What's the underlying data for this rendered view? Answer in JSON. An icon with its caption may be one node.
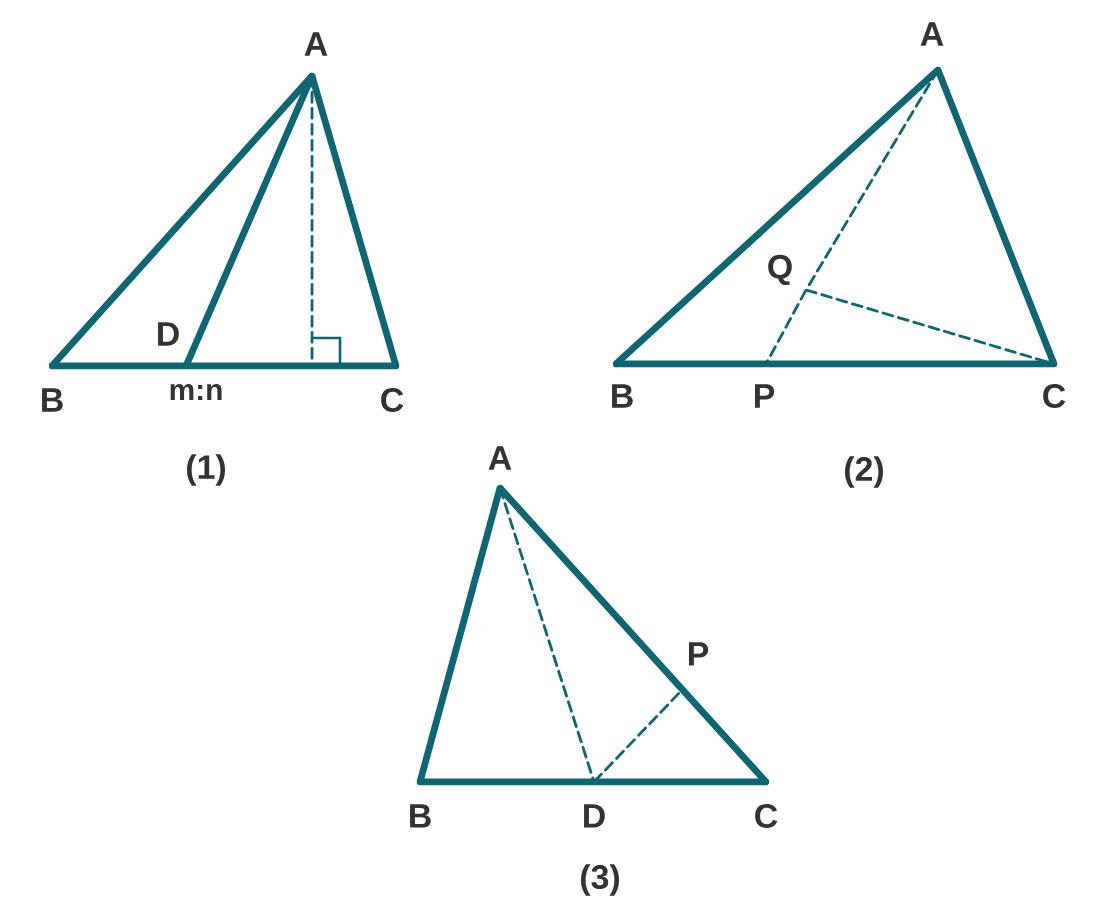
{
  "diagram": {
    "nodes": [
      {
        "text": [
          "A"
        ]
      },
      {
        "text": [
          "B"
        ]
      },
      {
        "text": [
          "C"
        ]
      },
      {
        "text": [
          "D"
        ]
      },
      {
        "text": [
          "A"
        ]
      },
      {
        "text": [
          "B"
        ]
      },
      {
        "text": [
          "C"
        ]
      },
      {
        "text": [
          "P"
        ]
      },
      {
        "text": [
          "Q"
        ]
      },
      {
        "text": [
          "A"
        ]
      },
      {
        "text": [
          "B"
        ]
      },
      {
        "text": [
          "C"
        ]
      },
      {
        "text": [
          "D"
        ]
      },
      {
        "text": [
          "P"
        ]
      },
      {
        "text": [],
        "shape": "square"
      }
    ],
    "edges": [
      {
        "from": 0,
        "to": 1,
        "arrow": "none"
      },
      {
        "from": 1,
        "to": 2,
        "arrow": "none"
      },
      {
        "from": 2,
        "to": 0,
        "arrow": "none"
      },
      {
        "from": 0,
        "to": 3,
        "arrow": "none"
      },
      {
        "from": 0,
        "to": 14,
        "arrow": "none",
        "style": "dashed"
      },
      {
        "from": 4,
        "to": 5,
        "arrow": "none"
      },
      {
        "from": 5,
        "to": 6,
        "arrow": "none"
      },
      {
        "from": 6,
        "to": 4,
        "arrow": "none"
      },
      {
        "from": 4,
        "to": 8,
        "arrow": "none",
        "style": "dashed"
      },
      {
        "from": 8,
        "to": 7,
        "arrow": "none",
        "style": "dashed"
      },
      {
        "from": 8,
        "to": 6,
        "arrow": "none",
        "style": "dashed"
      },
      {
        "from": 9,
        "to": 10,
        "arrow": "none"
      },
      {
        "from": 10,
        "to": 11,
        "arrow": "none"
      },
      {
        "from": 11,
        "to": 9,
        "arrow": "none"
      },
      {
        "from": 9,
        "to": 12,
        "arrow": "none",
        "style": "dashed"
      },
      {
        "from": 12,
        "to": 13,
        "arrow": "none",
        "style": "dashed"
      }
    ],
    "labels": [
      "m:n",
      "(1)",
      "(2)",
      "(3)"
    ]
  }
}
